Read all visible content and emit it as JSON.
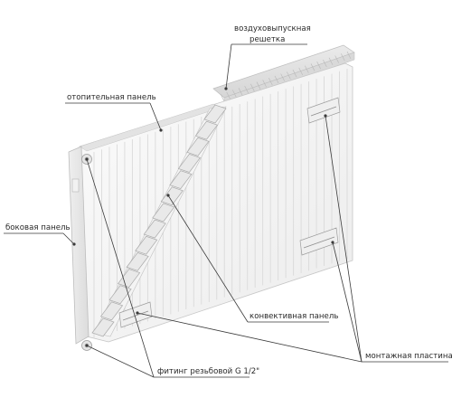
{
  "labels": {
    "air_grille_line1": "воздуховыпускная",
    "air_grille_line2": "решетка",
    "heating_panel": "отопительная панель",
    "side_panel": "боковая панель",
    "convection_panel": "конвективная панель",
    "mounting_plate": "монтажная пластина",
    "fitting": "фитинг резьбовой G 1/2\""
  },
  "colors": {
    "panel_face": "#f7f7f7",
    "panel_edge": "#cfcfcf",
    "fin": "#e4e4e4",
    "line": "#3a3a3a",
    "text": "#2a2a2a"
  }
}
